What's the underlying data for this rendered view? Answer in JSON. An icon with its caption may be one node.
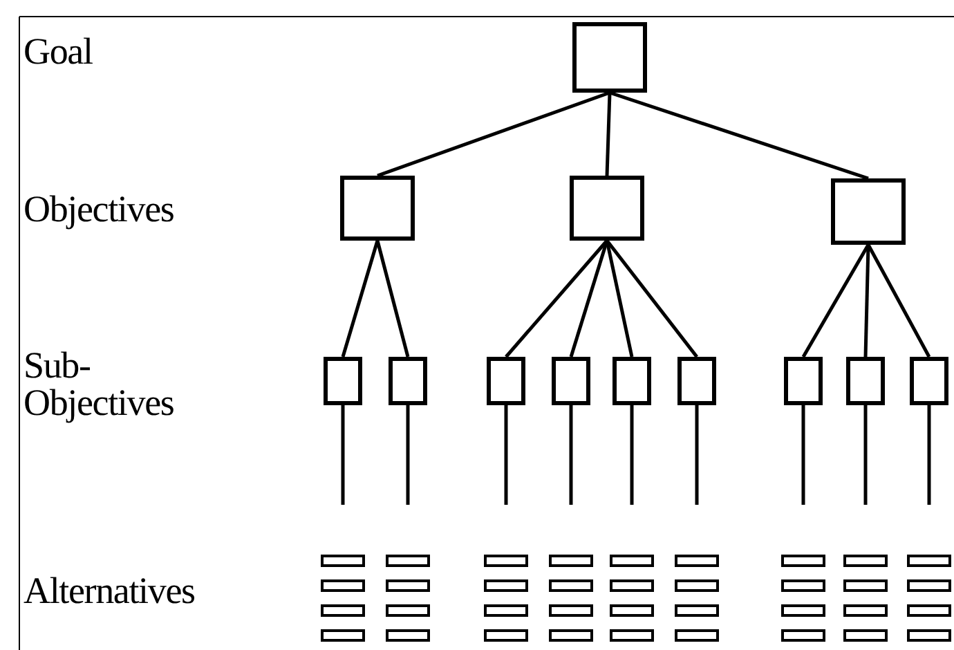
{
  "diagram": {
    "nodes": [
      {
        "text": [],
        "shape": "box"
      },
      {
        "text": [],
        "shape": "box"
      },
      {
        "text": [],
        "shape": "box"
      },
      {
        "text": [],
        "shape": "box"
      },
      {
        "text": [],
        "shape": "box"
      },
      {
        "text": [],
        "shape": "box"
      },
      {
        "text": [],
        "shape": "box"
      },
      {
        "text": [],
        "shape": "box"
      },
      {
        "text": [],
        "shape": "box"
      },
      {
        "text": [],
        "shape": "box"
      },
      {
        "text": [],
        "shape": "box"
      },
      {
        "text": [],
        "shape": "box"
      },
      {
        "text": [],
        "shape": "box"
      },
      {
        "text": [],
        "shape": "bar"
      },
      {
        "text": [],
        "shape": "bar"
      },
      {
        "text": [],
        "shape": "bar"
      },
      {
        "text": [],
        "shape": "bar"
      },
      {
        "text": [],
        "shape": "bar"
      },
      {
        "text": [],
        "shape": "bar"
      },
      {
        "text": [],
        "shape": "bar"
      },
      {
        "text": [],
        "shape": "bar"
      },
      {
        "text": [],
        "shape": "bar"
      },
      {
        "text": [],
        "shape": "bar"
      },
      {
        "text": [],
        "shape": "bar"
      },
      {
        "text": [],
        "shape": "bar"
      },
      {
        "text": [],
        "shape": "bar"
      },
      {
        "text": [],
        "shape": "bar"
      },
      {
        "text": [],
        "shape": "bar"
      },
      {
        "text": [],
        "shape": "bar"
      },
      {
        "text": [],
        "shape": "bar"
      },
      {
        "text": [],
        "shape": "bar"
      },
      {
        "text": [],
        "shape": "bar"
      },
      {
        "text": [],
        "shape": "bar"
      },
      {
        "text": [],
        "shape": "bar"
      },
      {
        "text": [],
        "shape": "bar"
      },
      {
        "text": [],
        "shape": "bar"
      },
      {
        "text": [],
        "shape": "bar"
      },
      {
        "text": [],
        "shape": "bar"
      },
      {
        "text": [],
        "shape": "bar"
      },
      {
        "text": [],
        "shape": "bar"
      },
      {
        "text": [],
        "shape": "bar"
      },
      {
        "text": [],
        "shape": "bar"
      },
      {
        "text": [],
        "shape": "bar"
      },
      {
        "text": [],
        "shape": "bar"
      },
      {
        "text": [],
        "shape": "bar"
      },
      {
        "text": [],
        "shape": "bar"
      },
      {
        "text": [],
        "shape": "bar"
      },
      {
        "text": [],
        "shape": "bar"
      },
      {
        "text": [],
        "shape": "bar"
      }
    ],
    "edges": [
      {
        "from": 0,
        "to": 1,
        "arrow": "none"
      },
      {
        "from": 0,
        "to": 2,
        "arrow": "none"
      },
      {
        "from": 0,
        "to": 3,
        "arrow": "none"
      },
      {
        "from": 1,
        "to": 4,
        "arrow": "none"
      },
      {
        "from": 1,
        "to": 5,
        "arrow": "none"
      },
      {
        "from": 2,
        "to": 6,
        "arrow": "none"
      },
      {
        "from": 2,
        "to": 7,
        "arrow": "none"
      },
      {
        "from": 2,
        "to": 8,
        "arrow": "none"
      },
      {
        "from": 2,
        "to": 9,
        "arrow": "none"
      },
      {
        "from": 3,
        "to": 10,
        "arrow": "none"
      },
      {
        "from": 3,
        "to": 11,
        "arrow": "none"
      },
      {
        "from": 3,
        "to": 12,
        "arrow": "none"
      },
      {
        "from": 4,
        "to": null,
        "arrow": "none"
      },
      {
        "from": 5,
        "to": null,
        "arrow": "none"
      },
      {
        "from": 6,
        "to": null,
        "arrow": "none"
      },
      {
        "from": 7,
        "to": null,
        "arrow": "none"
      },
      {
        "from": 8,
        "to": null,
        "arrow": "none"
      },
      {
        "from": 9,
        "to": null,
        "arrow": "none"
      },
      {
        "from": 10,
        "to": null,
        "arrow": "none"
      },
      {
        "from": 11,
        "to": null,
        "arrow": "none"
      },
      {
        "from": 12,
        "to": null,
        "arrow": "none"
      }
    ],
    "labels": [
      "Goal",
      "Objectives",
      "Sub- Objectives",
      "Alternatives"
    ]
  }
}
